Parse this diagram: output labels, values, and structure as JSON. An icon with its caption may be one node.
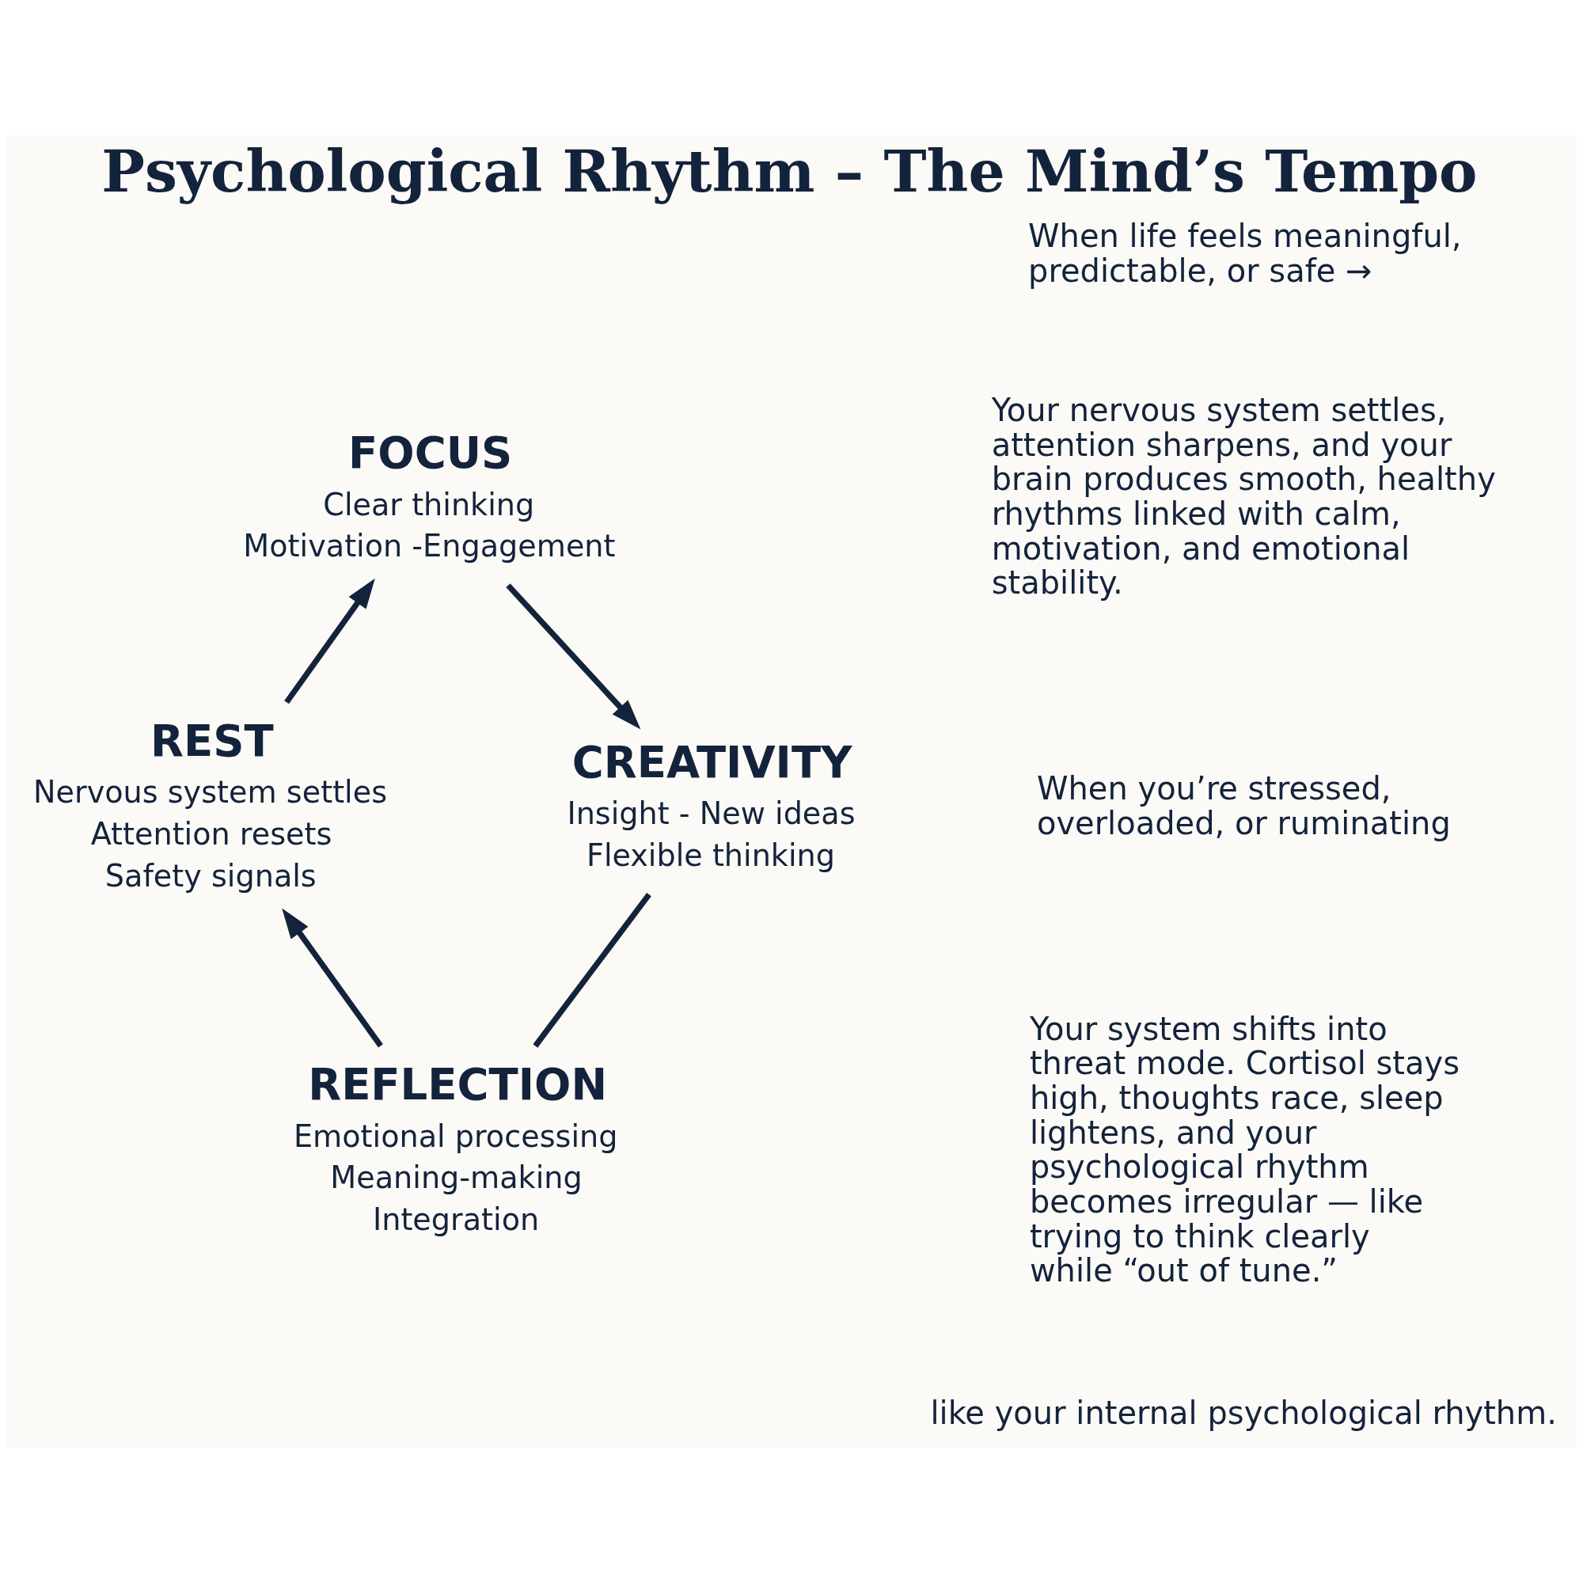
{
  "diagram": {
    "title": "Psychological Rhythm – The Mind’s Tempo",
    "nodes": [
      {
        "text": [
          "FOCUS",
          "Clear thinking",
          "Motivation -Engagement"
        ]
      },
      {
        "text": [
          "CREATIVITY",
          "Insight - New ideas",
          "Flexible thinking"
        ]
      },
      {
        "text": [
          "REFLECTION",
          "Emotional processing",
          "Meaning-making",
          "Integration"
        ]
      },
      {
        "text": [
          "REST",
          "Nervous system settles",
          "Attention resets",
          "Safety signals"
        ]
      }
    ],
    "edges": [
      {
        "from": 3,
        "to": 0,
        "arrow": "to"
      },
      {
        "from": 0,
        "to": 1,
        "arrow": "to"
      },
      {
        "from": 1,
        "to": 2,
        "arrow": "none"
      },
      {
        "from": 2,
        "to": 3,
        "arrow": "to"
      }
    ],
    "labels": [
      "When life feels meaningful, predictable, or safe →",
      "Your nervous system settles, attention sharpens, and your brain produces smooth, healthy rhythms linked with calm, motivation, and emotional stability.",
      "When you’re stressed, overloaded, or ruminating",
      "Your system shifts into threat mode. Cortisol stays high, thoughts race, sleep lightens, and your psychological rhythm becomes irregular — like trying to think clearly while “out of tune.”",
      "like your internal psychological rhythm."
    ]
  }
}
